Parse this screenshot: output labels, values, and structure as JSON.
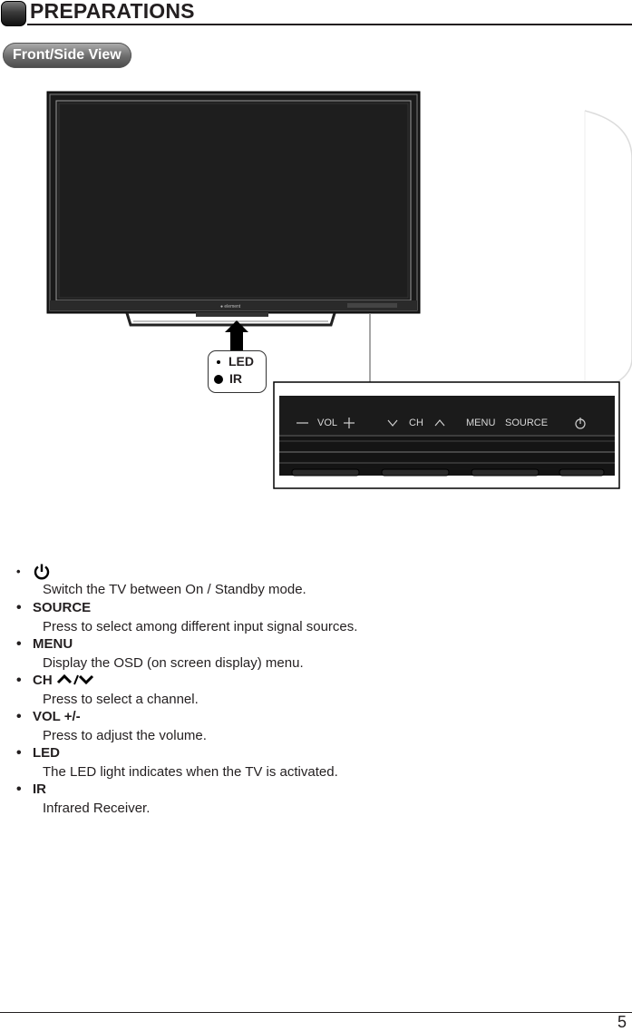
{
  "header": {
    "title": "PREPARATIONS"
  },
  "section": {
    "label": "Front/Side View"
  },
  "diagram": {
    "callout": {
      "led": "LED",
      "ir": "IR"
    },
    "panel": {
      "vol": "VOL",
      "ch": "CH",
      "menu": "MENU",
      "source": "SOURCE"
    }
  },
  "items": [
    {
      "title": "",
      "icon": "power-icon",
      "desc": "Switch the TV between On / Standby mode."
    },
    {
      "title": "SOURCE",
      "desc": "Press to select among different input signal sources."
    },
    {
      "title": "MENU",
      "desc": "Display the OSD (on screen display) menu."
    },
    {
      "title": "CH",
      "icon": "chevron-up-down-icon",
      "desc": "Press to select a channel."
    },
    {
      "title": "VOL +/-",
      "desc": "Press to adjust the volume."
    },
    {
      "title": "LED",
      "desc": "The LED light indicates when the TV is activated."
    },
    {
      "title": "IR",
      "desc": "Infrared Receiver."
    }
  ],
  "footer": {
    "page_number": "5"
  }
}
